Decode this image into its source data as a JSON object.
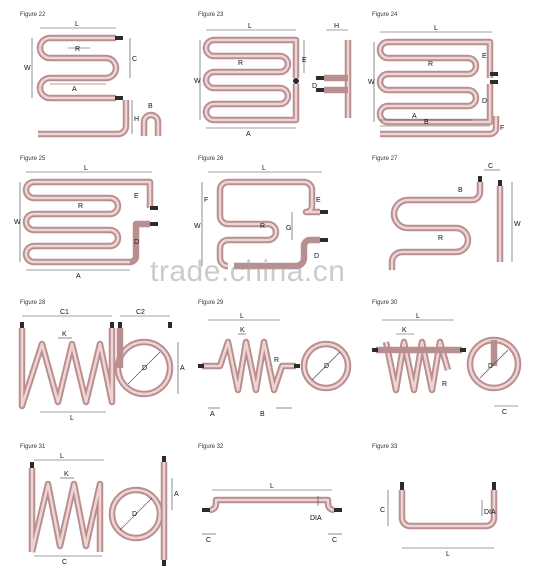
{
  "figures": [
    {
      "id": "fig22",
      "title": "Figure 22",
      "labels": {
        "L": "L",
        "R": "R",
        "W": "W",
        "C": "C",
        "A": "A",
        "H": "H",
        "B": "B"
      }
    },
    {
      "id": "fig23",
      "title": "Figure 23",
      "labels": {
        "L": "L",
        "R": "R",
        "W": "W",
        "E": "E",
        "H": "H",
        "D": "D",
        "A": "A"
      }
    },
    {
      "id": "fig24",
      "title": "Figure 24",
      "labels": {
        "L": "L",
        "R": "R",
        "W": "W",
        "E": "E",
        "D": "D",
        "A": "A",
        "B": "B",
        "F": "F"
      }
    },
    {
      "id": "fig25",
      "title": "Figure 25",
      "labels": {
        "L": "L",
        "R": "R",
        "W": "W",
        "E": "E",
        "D": "D",
        "A": "A"
      }
    },
    {
      "id": "fig26",
      "title": "Figure 26",
      "labels": {
        "L": "L",
        "F": "F",
        "R": "R",
        "W": "W",
        "G": "G",
        "E": "E",
        "D": "D"
      }
    },
    {
      "id": "fig27",
      "title": "Figure 27",
      "labels": {
        "C": "C",
        "B": "B",
        "R": "R",
        "W": "W"
      }
    },
    {
      "id": "fig28",
      "title": "Figure 28",
      "labels": {
        "C1": "C1",
        "C2": "C2",
        "K": "K",
        "L": "L",
        "D": "D",
        "A": "A"
      }
    },
    {
      "id": "fig29",
      "title": "Figure 29",
      "labels": {
        "L": "L",
        "K": "K",
        "R": "R",
        "A": "A",
        "B": "B",
        "D": "D"
      }
    },
    {
      "id": "fig30",
      "title": "Figure 30",
      "labels": {
        "L": "L",
        "K": "K",
        "R": "R",
        "D": "D",
        "C": "C"
      }
    },
    {
      "id": "fig31",
      "title": "Figure 31",
      "labels": {
        "L": "L",
        "K": "K",
        "C": "C",
        "A": "A",
        "D": "D"
      }
    },
    {
      "id": "fig32",
      "title": "Figure 32",
      "labels": {
        "L": "L",
        "C": "C",
        "DIA": "DIA"
      }
    },
    {
      "id": "fig33",
      "title": "Figure 33",
      "labels": {
        "C": "C",
        "DIA": "DIA",
        "L": "L"
      }
    }
  ],
  "watermark": "trade.china.cn",
  "colors": {
    "tube": "#b98e8e",
    "tube_highlight": "#efd4d4",
    "terminal": "#2c2c2c",
    "dimension": "#444444"
  }
}
